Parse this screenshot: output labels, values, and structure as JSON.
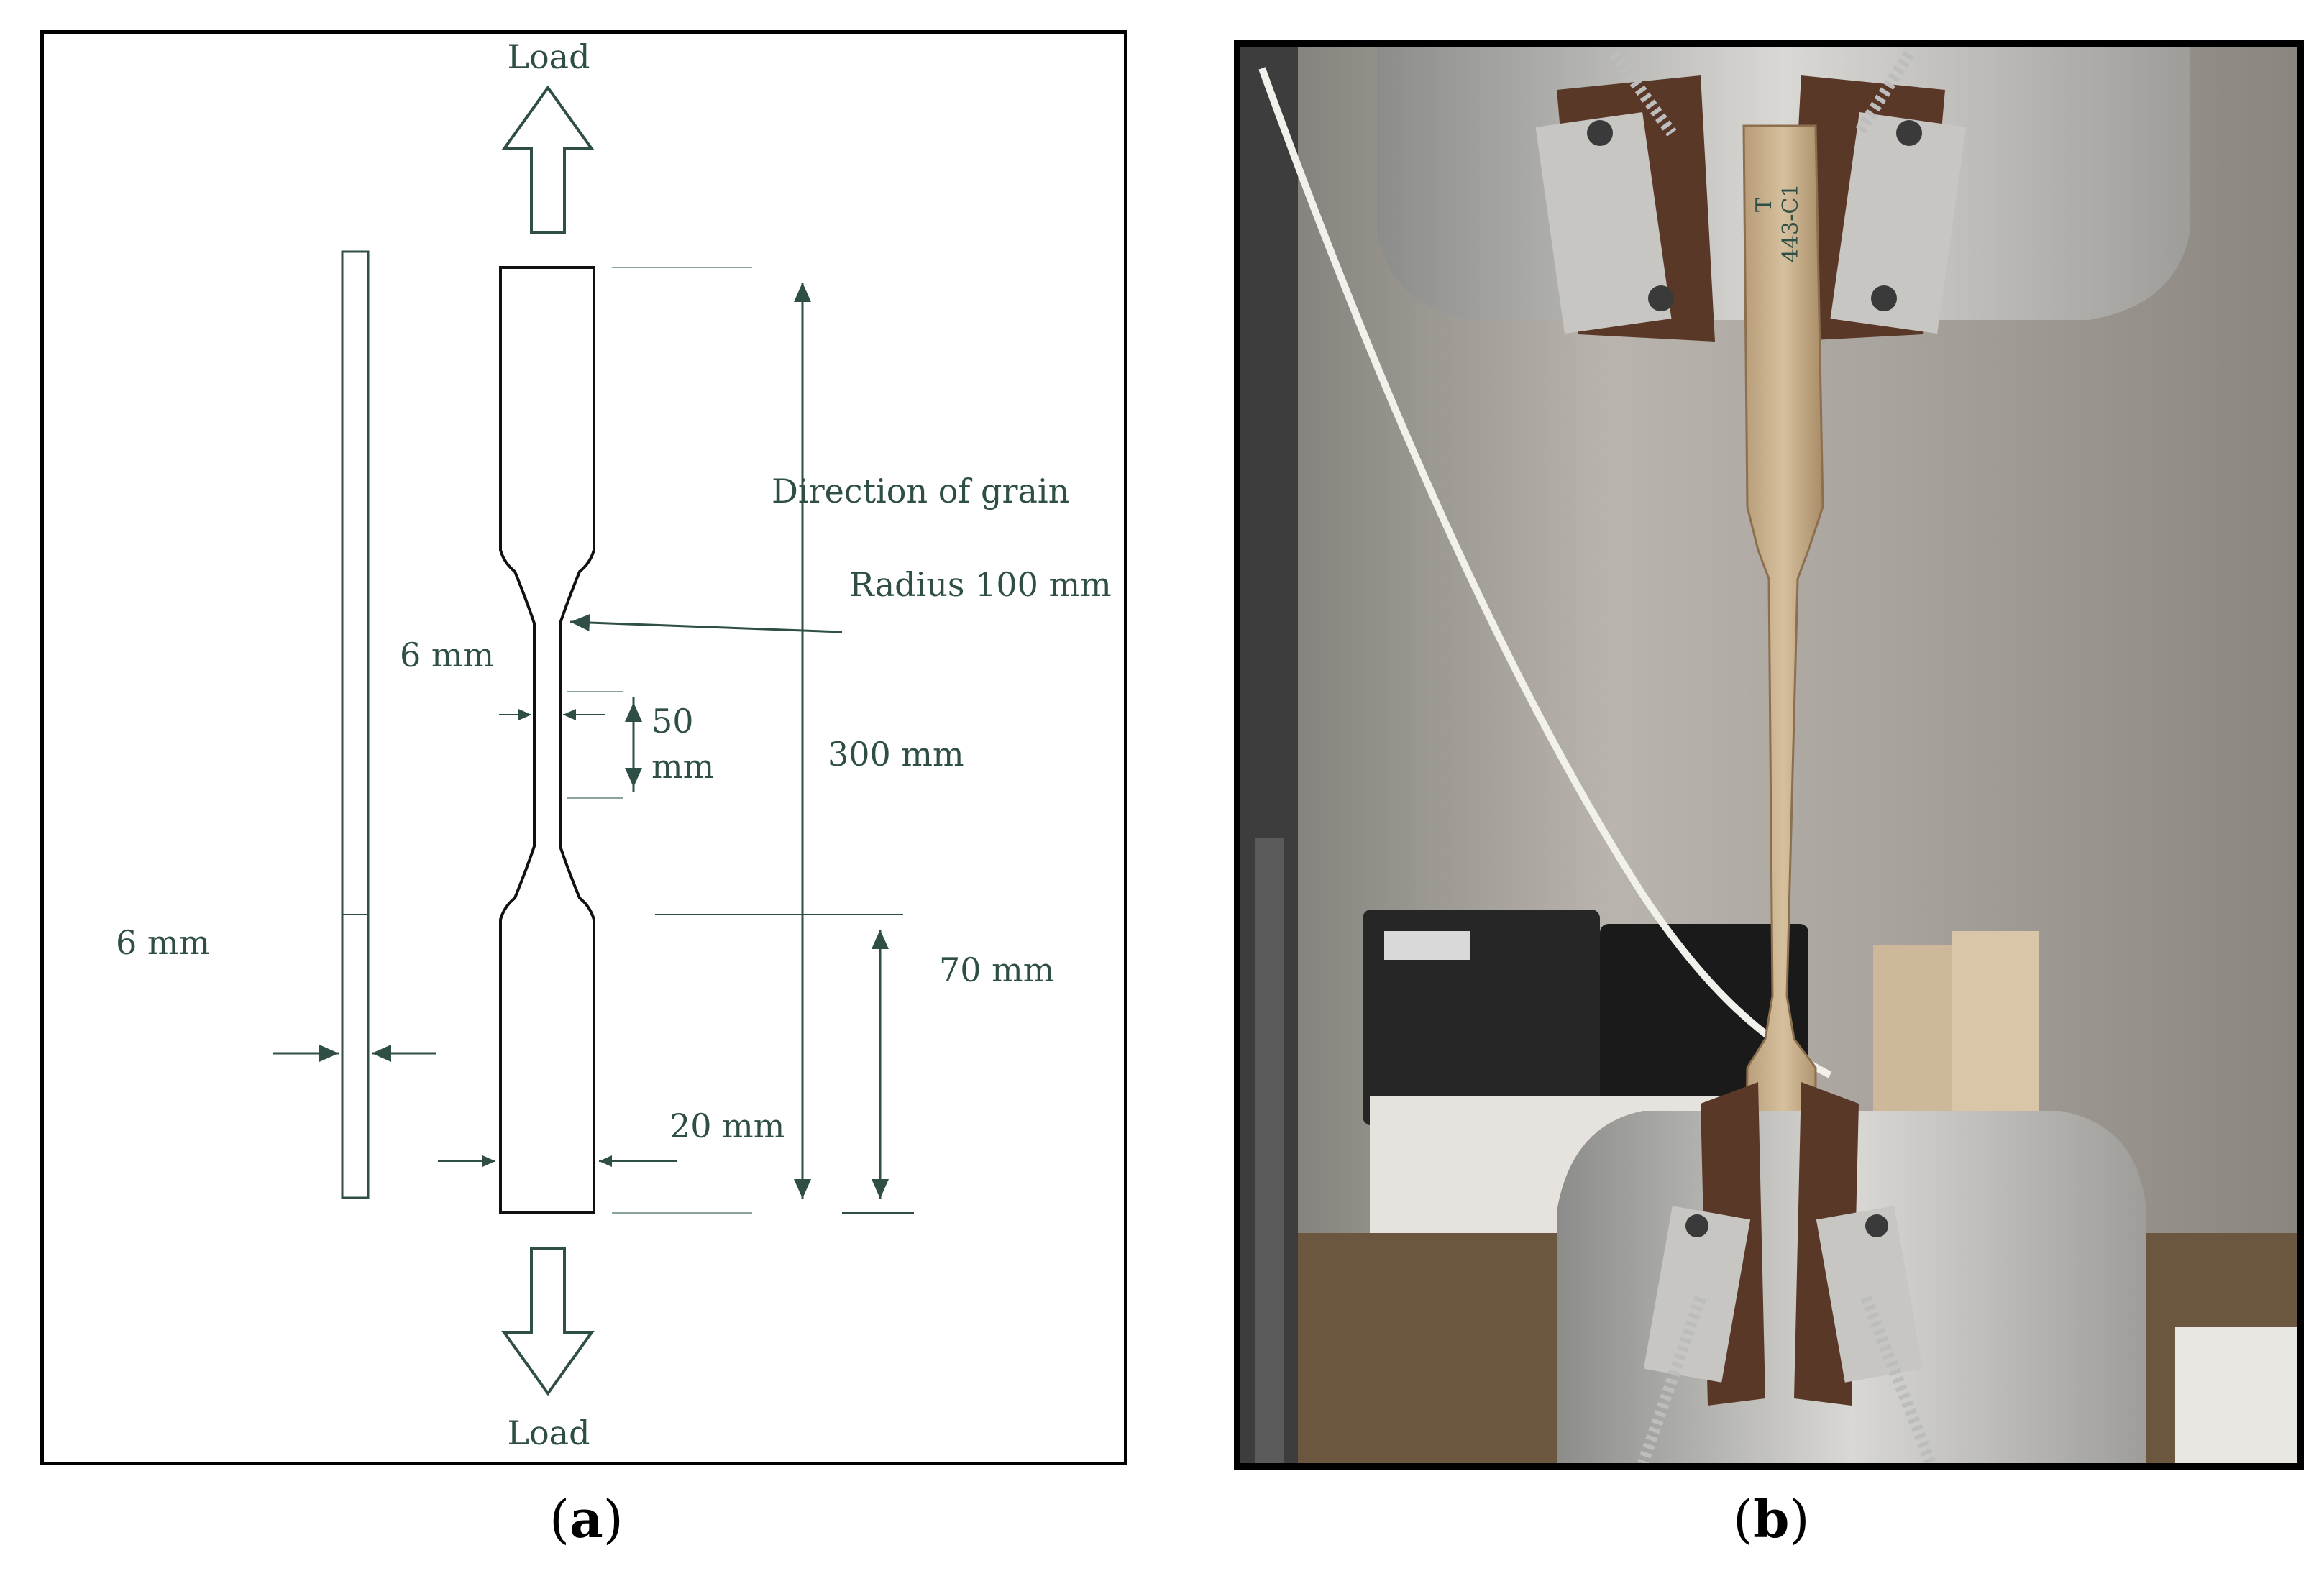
{
  "panel_a": {
    "load_top": "Load",
    "load_bottom": "Load",
    "direction_of_grain": "Direction of grain",
    "radius": "Radius 100 mm",
    "dim_6mm_neck": "6 mm",
    "dim_50": "50",
    "dim_50_unit": "mm",
    "dim_300": "300 mm",
    "dim_6mm_thickness": "6 mm",
    "dim_70": "70 mm",
    "dim_20": "20 mm",
    "line_color": "#2f4f46"
  },
  "panel_b": {
    "specimen_label_line1": "T",
    "specimen_label_line2": "443-C1"
  },
  "captions": {
    "a_open": "(",
    "a_letter": "a",
    "a_close": ")",
    "b_open": "(",
    "b_letter": "b",
    "b_close": ")"
  }
}
